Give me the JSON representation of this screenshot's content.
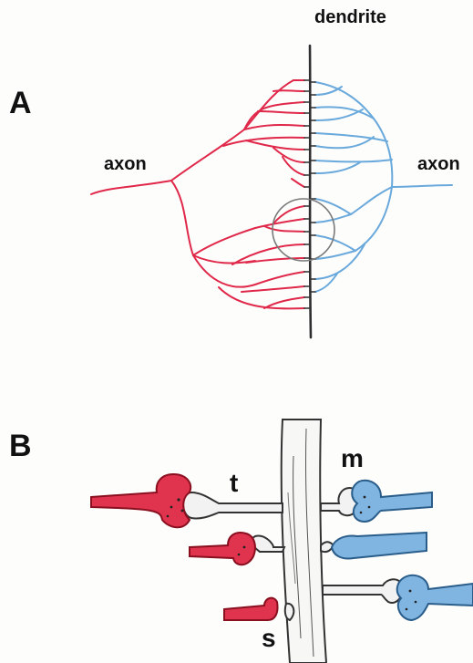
{
  "panels": {
    "a": {
      "letter": "A",
      "dendrite_label": "dendrite",
      "axon_left_label": "axon",
      "axon_right_label": "axon"
    },
    "b": {
      "letter": "B",
      "synapse_labels": {
        "t": "t",
        "m": "m",
        "s": "s"
      }
    }
  },
  "colors": {
    "left_axon": "#e0294a",
    "right_axon": "#6aa9dc",
    "dendrite": "#2f2f2f",
    "bouton_left_fill": "#e0334d",
    "bouton_right_fill": "#7fb5e0",
    "spine_fill": "#f2f2f2",
    "ink": "#222222"
  }
}
